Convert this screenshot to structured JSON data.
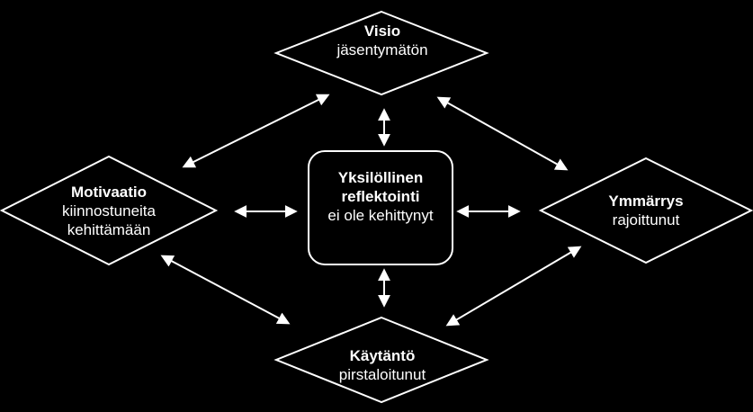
{
  "diagram": {
    "center": {
      "title_line1": "Yksilöllinen",
      "title_line2": "reflektointi",
      "subtitle": "ei ole kehittynyt"
    },
    "top": {
      "title": "Visio",
      "subtitle": "jäsentymätön"
    },
    "left": {
      "title": "Motivaatio",
      "subtitle_line1": "kiinnostuneita",
      "subtitle_line2": "kehittämään"
    },
    "right": {
      "title": "Ymmärrys",
      "subtitle": "rajoittunut"
    },
    "bottom": {
      "title": "Käytäntö",
      "subtitle": "pirstaloitunut"
    }
  },
  "colors": {
    "background": "#000000",
    "stroke": "#ffffff",
    "text": "#ffffff"
  }
}
